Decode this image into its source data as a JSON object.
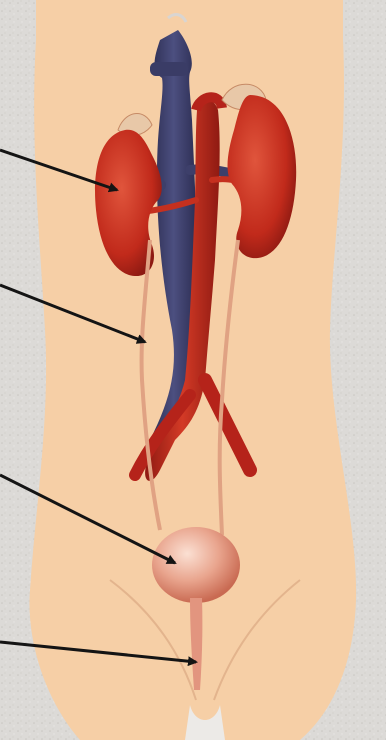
{
  "diagram": {
    "structures": [
      {
        "id": "kidney-left",
        "icon": "kidney-icon"
      },
      {
        "id": "kidney-right",
        "icon": "kidney-icon"
      },
      {
        "id": "ureter-left",
        "icon": "ureter-icon"
      },
      {
        "id": "ureter-right",
        "icon": "ureter-icon"
      },
      {
        "id": "urinary-bladder",
        "icon": "bladder-icon"
      },
      {
        "id": "urethra",
        "icon": "urethra-icon"
      },
      {
        "id": "aorta",
        "icon": "artery-icon"
      },
      {
        "id": "inferior-vena-cava",
        "icon": "vein-icon"
      }
    ],
    "pointer_count": 4,
    "colors": {
      "background_stone": "#dcdad7",
      "skin": "#f6cfa6",
      "kidney": "#c8301f",
      "artery": "#b5231a",
      "vein": "#3d3f6a",
      "bladder": "#e9a58e",
      "ureter": "#e0a283",
      "arrow": "#141414"
    }
  }
}
